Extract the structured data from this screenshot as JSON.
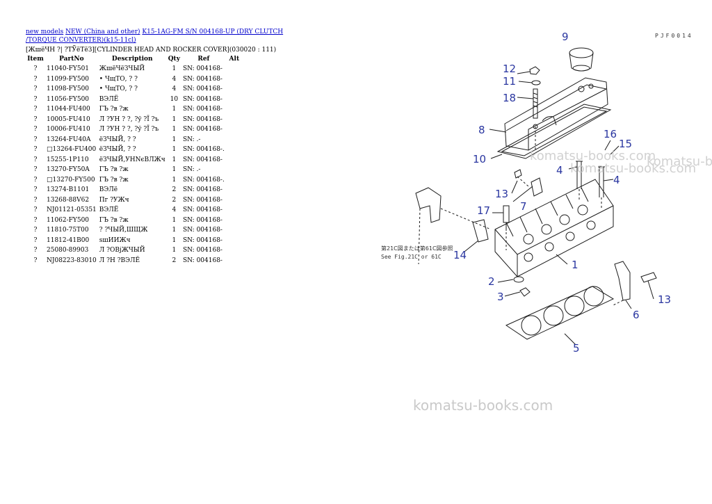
{
  "breadcrumb": {
    "link1": "new models",
    "link2": "NEW (China and other)",
    "link3": "K15-1AG-FM S/N 004168-UP (DRY CLUTCH /TORQUE CONVERTER)(k15-11cl)"
  },
  "heading": "[ЖшёЧН ?| ?ТЎёТёЗ][CYLINDER HEAD AND ROCKER COVER](030020 : 111)",
  "table": {
    "headers": [
      "Item",
      "PartNo",
      "Description",
      "Qty",
      "Ref",
      "Alt"
    ],
    "rows": [
      [
        "?",
        "11040-FY501",
        "ЖшёЧёЗЧЫЙ",
        "1",
        "SN: 004168-",
        ""
      ],
      [
        "?",
        "11099-FY500",
        "• ЧщТО, ? ?",
        "4",
        "SN: 004168-",
        ""
      ],
      [
        "?",
        "11098-FY500",
        "• ЧщТО, ? ?",
        "4",
        "SN: 004168-",
        ""
      ],
      [
        "?",
        "11056-FY500",
        "ВЭЛЁ",
        "10",
        "SN: 004168-",
        ""
      ],
      [
        "?",
        "11044-FU400",
        "ГЪ ?в ?ж",
        "1",
        "SN: 004168-",
        ""
      ],
      [
        "?",
        "10005-FU410",
        "Л ?УН ? ?, ?ў ?Ї ?ъ",
        "1",
        "SN: 004168-",
        ""
      ],
      [
        "?",
        "10006-FU410",
        "Л ?УН ? ?, ?ў ?Ї ?ъ",
        "1",
        "SN: 004168-",
        ""
      ],
      [
        "?",
        "13264-FU40A",
        "ёЗЧЫЙ, ? ?",
        "1",
        "SN: .-",
        ""
      ],
      [
        "?",
        "□13264-FU400",
        "ёЗЧЫЙ, ? ?",
        "1",
        "SN: 004168-.",
        ""
      ],
      [
        "?",
        "15255-1P110",
        "ёЗЧЫЙ,УНNєВЛЖч",
        "1",
        "SN: 004168-",
        ""
      ],
      [
        "?",
        "13270-FY50A",
        "ГЪ ?в ?ж",
        "1",
        "SN: .-",
        ""
      ],
      [
        "?",
        "□13270-FY500",
        "ГЪ ?в ?ж",
        "1",
        "SN: 004168-.",
        ""
      ],
      [
        "?",
        "13274-B1101",
        "ВЭЛё",
        "2",
        "SN: 004168-",
        ""
      ],
      [
        "?",
        "13268-88V62",
        "Пг ?УЖч",
        "2",
        "SN: 004168-",
        ""
      ],
      [
        "?",
        "NJ01121-05351",
        "ВЭЛЁ",
        "4",
        "SN: 004168-",
        ""
      ],
      [
        "?",
        "11062-FY500",
        "ГЪ ?в ?ж",
        "1",
        "SN: 004168-",
        ""
      ],
      [
        "?",
        "11810-75T00",
        "? ?ЧЫЙ,ШЩЖ",
        "1",
        "SN: 004168-",
        ""
      ],
      [
        "?",
        "11812-41B00",
        "sшИИЖч",
        "1",
        "SN: 004168-",
        ""
      ],
      [
        "?",
        "25080-89903",
        "Л ?ОВјЖЧЫЙ",
        "1",
        "SN: 004168-",
        ""
      ],
      [
        "?",
        "NJ08223-83010",
        "Л ?Н ?ВЭЛЁ",
        "2",
        "SN: 004168-",
        ""
      ]
    ]
  },
  "diagram": {
    "code": "PJF0014",
    "note_jp": "第21C図または第61C図参照",
    "note_en": "See Fig.21C or 61C",
    "callouts": [
      "9",
      "12",
      "11",
      "18",
      "8",
      "16",
      "15",
      "10",
      "4",
      "4",
      "13",
      "7",
      "17",
      "14",
      "1",
      "2",
      "3",
      "6",
      "13",
      "5"
    ],
    "line_color": "#1a1a1a",
    "callout_color": "#2a36a0"
  },
  "watermark": "komatsu-books.com"
}
